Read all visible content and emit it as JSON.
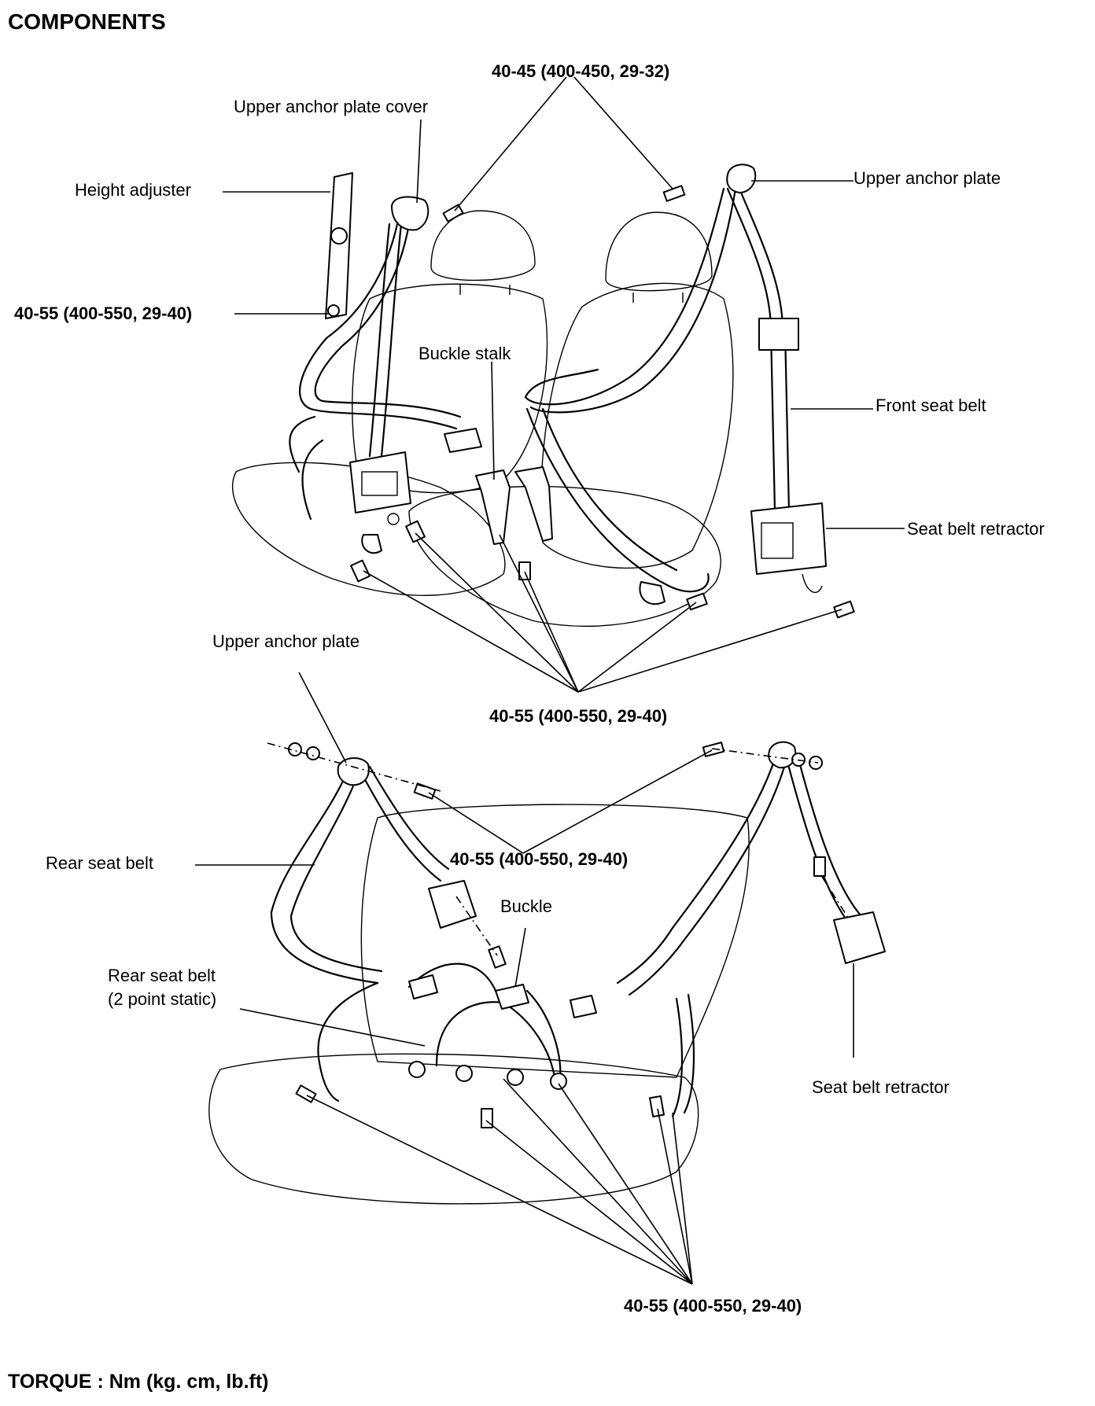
{
  "header": {
    "title": "COMPONENTS"
  },
  "labels": {
    "torque_top": "40-45 (400-450, 29-32)",
    "upper_anchor_plate_cover": "Upper anchor plate cover",
    "height_adjuster": "Height adjuster",
    "upper_anchor_plate_front": "Upper anchor plate",
    "torque_left": "40-55 (400-550, 29-40)",
    "buckle_stalk": "Buckle stalk",
    "front_seat_belt": "Front seat belt",
    "seat_belt_retractor_front": "Seat belt retractor",
    "upper_anchor_plate_rear": "Upper anchor plate",
    "torque_front_mid": "40-55 (400-550, 29-40)",
    "rear_seat_belt": "Rear seat belt",
    "torque_rear_upper": "40-55 (400-550, 29-40)",
    "buckle": "Buckle",
    "rear_static_line1": "Rear  seat  belt",
    "rear_static_line2": "(2 point static)",
    "seat_belt_retractor_rear": "Seat belt retractor",
    "torque_bottom": "40-55 (400-550, 29-40)"
  },
  "footer": {
    "torque_units": "TORQUE : Nm (kg. cm, lb.ft)"
  }
}
